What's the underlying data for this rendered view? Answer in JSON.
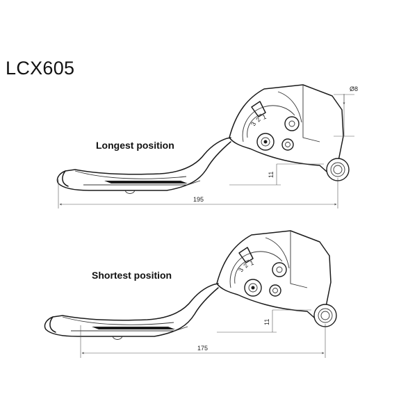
{
  "title": "LCX605",
  "views": [
    {
      "label": "Longest position",
      "dim_length": "195",
      "dim_offset": "11",
      "dim_diameter": "Ø8",
      "scale_marks": [
        "3",
        "2",
        "1"
      ]
    },
    {
      "label": "Shortest position",
      "dim_length": "175",
      "dim_offset": "11",
      "scale_marks": [
        "3",
        "2",
        "1"
      ]
    }
  ]
}
